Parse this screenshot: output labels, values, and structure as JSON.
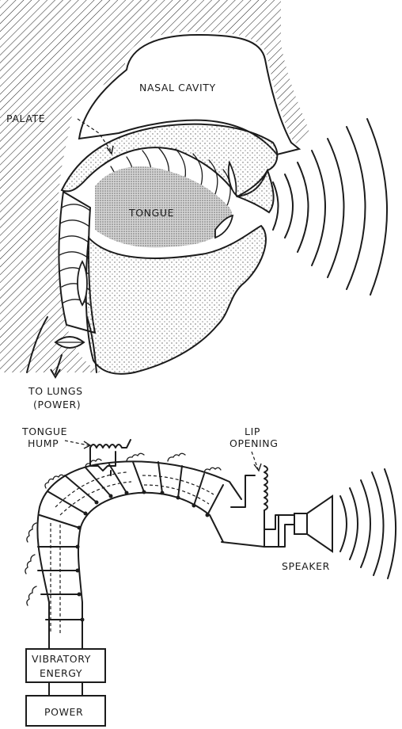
{
  "top_diagram": {
    "labels": {
      "nasal_cavity": "NASAL CAVITY",
      "palate": "PALATE",
      "tongue": "TONGUE",
      "to_lungs_line1": "TO LUNGS",
      "to_lungs_line2": "(POWER)"
    }
  },
  "bottom_diagram": {
    "labels": {
      "tongue_hump_line1": "TONGUE",
      "tongue_hump_line2": "HUMP",
      "lip_opening_line1": "LIP",
      "lip_opening_line2": "OPENING",
      "speaker": "SPEAKER",
      "vibratory_line1": "VIBRATORY",
      "vibratory_line2": "ENERGY",
      "power": "POWER"
    }
  },
  "colors": {
    "ink": "#1c1c1c",
    "paper": "#ffffff",
    "stipple": "#9a9a9a"
  }
}
